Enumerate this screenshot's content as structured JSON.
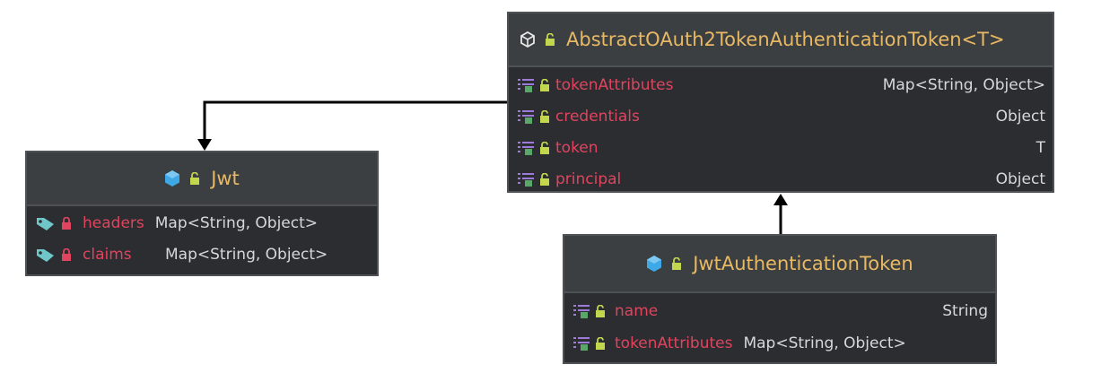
{
  "classes": {
    "abstract": {
      "name": "AbstractOAuth2TokenAuthenticationToken<T>",
      "fields": [
        {
          "name": "tokenAttributes",
          "type": "Map<String, Object>"
        },
        {
          "name": "credentials",
          "type": "Object"
        },
        {
          "name": "token",
          "type": "T"
        },
        {
          "name": "principal",
          "type": "Object"
        }
      ]
    },
    "jwt": {
      "name": "Jwt",
      "fields": [
        {
          "name": "headers",
          "type": "Map<String, Object>"
        },
        {
          "name": "claims",
          "type": "Map<String, Object>"
        }
      ]
    },
    "jwt_auth": {
      "name": "JwtAuthenticationToken",
      "fields": [
        {
          "name": "name",
          "type": "String"
        },
        {
          "name": "tokenAttributes",
          "type": "Map<String, Object>"
        }
      ]
    }
  },
  "colors": {
    "header_text": "#e8b965",
    "field_name": "#e0445f",
    "field_type": "#d5d8dc",
    "body_bg": "#2b2d30",
    "header_bg": "#3c3f41"
  },
  "icons": {
    "abstract_class": "abstract-class-icon",
    "class": "class-icon",
    "field": "field-icon",
    "constant": "constant-icon",
    "unlocked": "unlocked-icon",
    "locked": "locked-icon"
  }
}
